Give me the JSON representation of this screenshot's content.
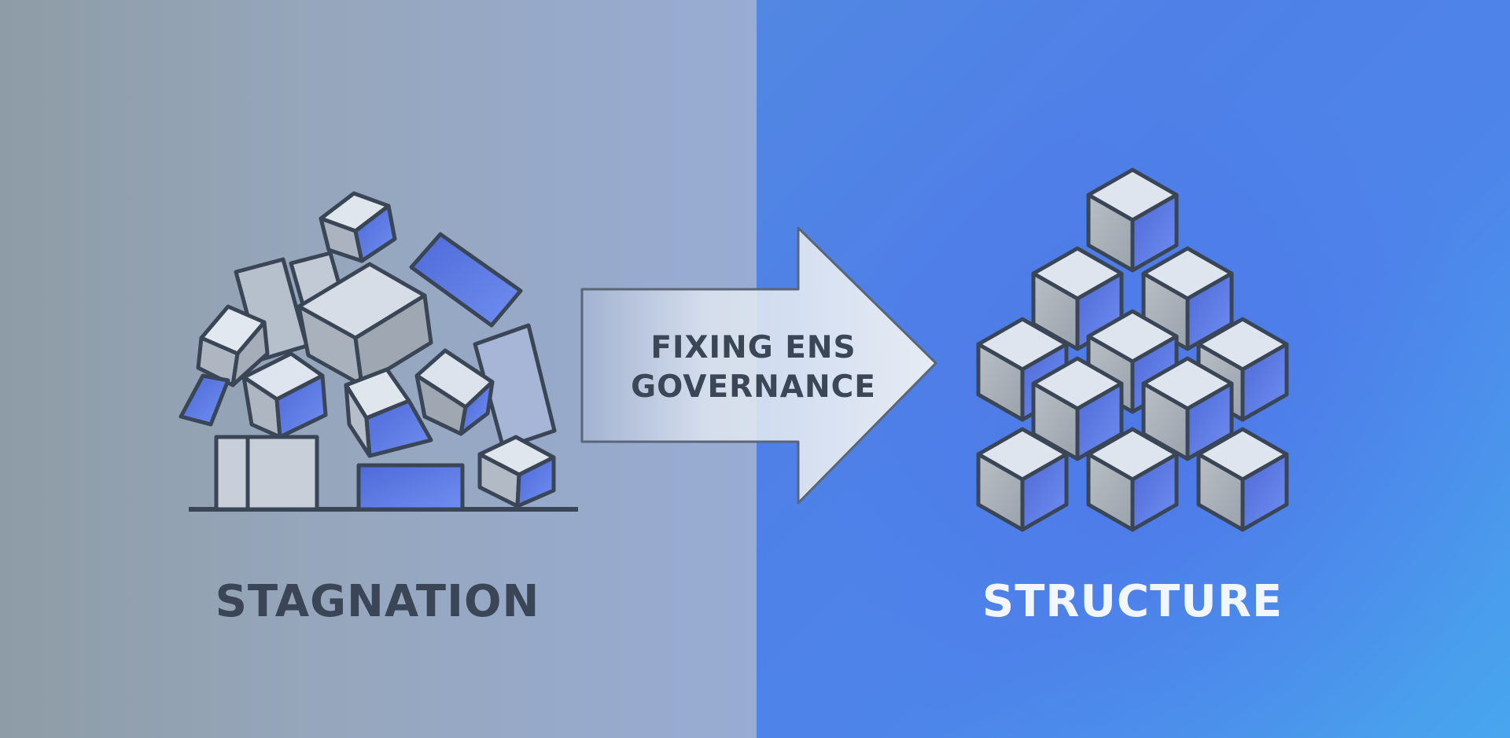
{
  "left_panel": {
    "label": "STAGNATION"
  },
  "right_panel": {
    "label": "STRUCTURE"
  },
  "arrow": {
    "line1": "FIXING ENS",
    "line2": "GOVERNANCE"
  },
  "colors": {
    "left_bg": "#96a6bb",
    "right_bg": "#4f80e8",
    "cube_top": "#dfe5ee",
    "cube_grey": "#aeb4bc",
    "cube_blue": "#5b78e0",
    "outline": "#3a4656"
  },
  "icons": [
    "cube-pile-icon",
    "arrow-right-icon",
    "cube-pyramid-icon"
  ]
}
